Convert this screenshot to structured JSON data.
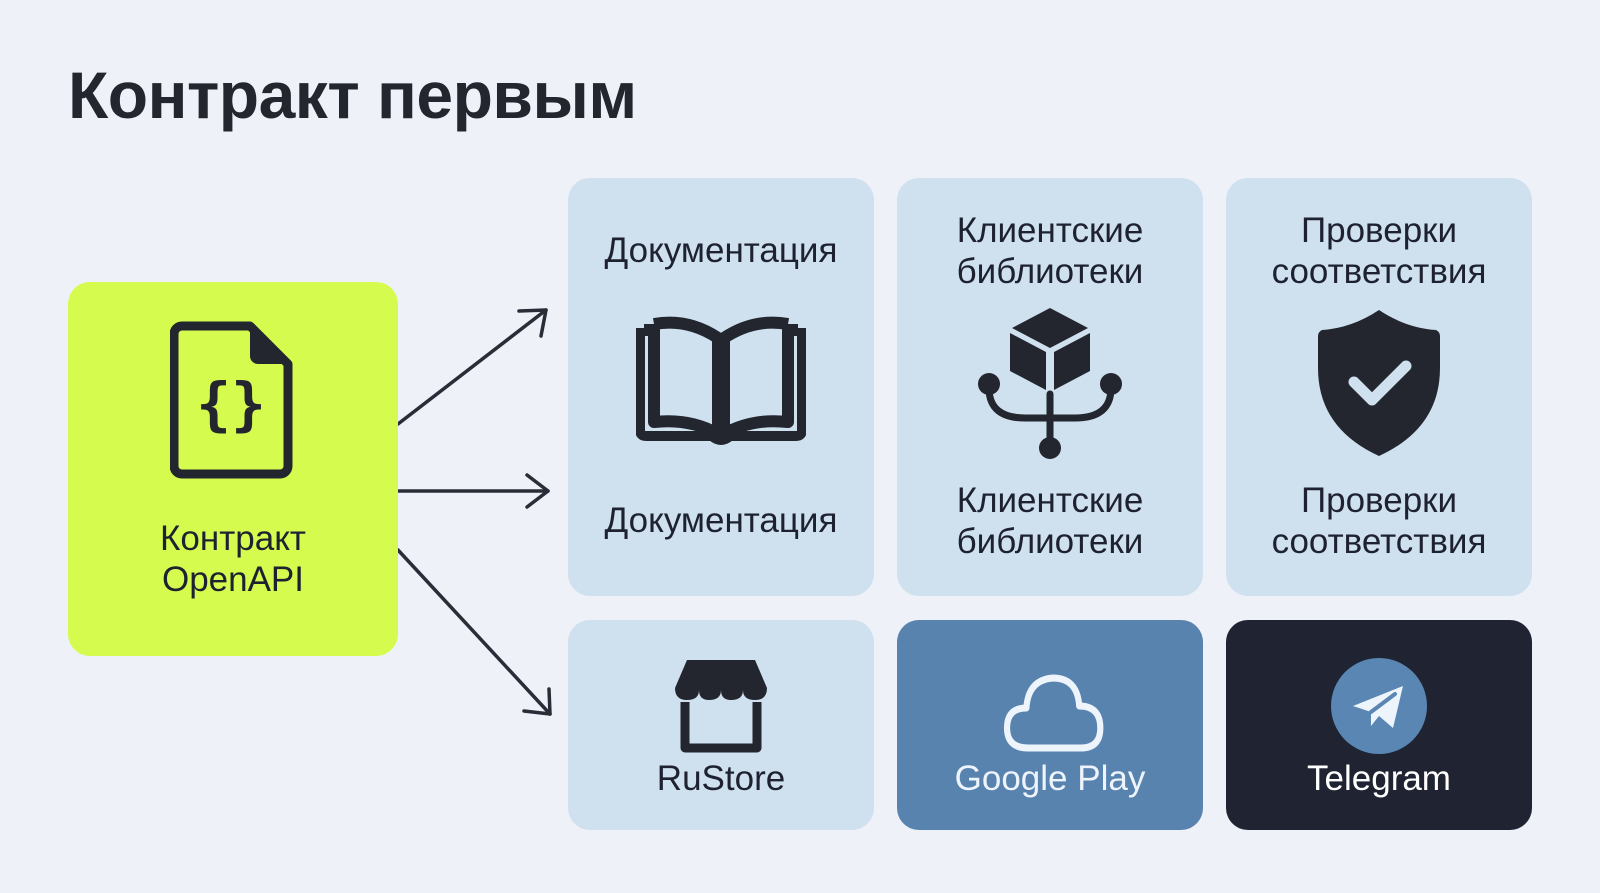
{
  "title": "Контракт первым",
  "source": {
    "label_line1": "Контракт",
    "label_line2": "OpenAPI",
    "icon": "json-file-icon"
  },
  "tiles_top": [
    {
      "head_line1": "Документация",
      "head_line2": "",
      "foot_line1": "Документация",
      "foot_line2": "",
      "icon": "open-book-icon"
    },
    {
      "head_line1": "Клиентские",
      "head_line2": "библиотеки",
      "foot_line1": "Клиентские",
      "foot_line2": "библиотеки",
      "icon": "package-icon"
    },
    {
      "head_line1": "Проверки",
      "head_line2": "соответствия",
      "foot_line1": "Проверки",
      "foot_line2": "соответствия",
      "icon": "shield-check-icon"
    }
  ],
  "tiles_bottom": [
    {
      "label": "RuStore",
      "icon": "store-icon"
    },
    {
      "label": "Google Play",
      "icon": "cloud-icon"
    },
    {
      "label": "Telegram",
      "icon": "telegram-icon"
    }
  ],
  "colors": {
    "background": "#eef2f8",
    "source_card": "#d6fb4f",
    "tile": "#cfe0ef",
    "google_play_tile": "#5883af",
    "telegram_tile": "#1f2332",
    "telegram_circle": "#5a86b4",
    "icon_dark": "#23262f"
  }
}
